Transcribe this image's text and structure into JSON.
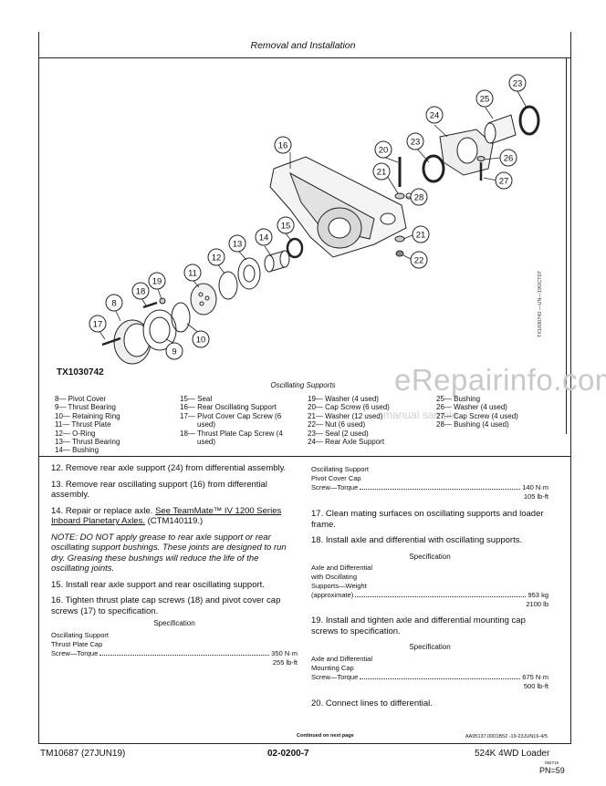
{
  "header": {
    "section_title": "Removal and Installation"
  },
  "figure": {
    "id": "TX1030742",
    "title": "Oscillating Supports",
    "side_code": "TX1030742 —UN—19OCT07",
    "callouts": [
      "16",
      "20",
      "21",
      "23",
      "24",
      "25",
      "23",
      "26",
      "27",
      "28",
      "21",
      "22",
      "15",
      "14",
      "13",
      "12",
      "11",
      "19",
      "18",
      "8",
      "17",
      "9",
      "10"
    ]
  },
  "legend": {
    "col1": [
      "8— Pivot Cover",
      "9— Thrust Bearing",
      "10— Retaining Ring",
      "11— Thrust Plate",
      "12— O-Ring",
      "13— Thrust Bearing",
      "14— Bushing"
    ],
    "col2": [
      "15— Seal",
      "16— Rear Oscillating Support",
      "17— Pivot Cover Cap Screw (6",
      "used)",
      "18— Thrust Plate Cap Screw (4",
      "used)"
    ],
    "col3": [
      "19— Washer (4 used)",
      "20— Cap Screw (6 used)",
      "21— Washer (12 used)",
      "22— Nut (6 used)",
      "23— Seal (2 used)",
      "24— Rear Axle Support"
    ],
    "col4": [
      "25— Bushing",
      "26— Washer (4 used)",
      "27— Cap Screw (4 used)",
      "28— Bushing (4 used)"
    ]
  },
  "watermark": {
    "site": "eRepairinfo.com",
    "sample": "manual sample"
  },
  "left": {
    "step12": "12. Remove rear axle support (24) from differential assembly.",
    "step13": "13. Remove rear oscillating support (16) from differential assembly.",
    "step14_a": "14. Repair or replace axle. ",
    "step14_link": "See TeamMate™ IV 1200 Series Inboard Planetary Axles.",
    "step14_b": " (CTM140119.)",
    "note": "NOTE: DO NOT apply grease to rear axle support or rear oscillating support bushings. These joints are designed to run dry. Greasing these bushings will reduce the life of the oscillating joints.",
    "step15": "15. Install rear axle support and rear oscillating support.",
    "step16": "16. Tighten thrust plate cap screws (18) and pivot cover cap screws (17) to specification.",
    "spec_title": "Specification",
    "spec_l1": "Oscillating Support",
    "spec_l2": "Thrust Plate Cap",
    "spec_l3": "Screw—Torque",
    "spec_v1": "350 N·m",
    "spec_v2": "255 lb-ft"
  },
  "right": {
    "spec1_l1": "Oscillating Support",
    "spec1_l2": "Pivot Cover Cap",
    "spec1_l3": "Screw—Torque",
    "spec1_v1": "140 N·m",
    "spec1_v2": "105 lb-ft",
    "step17": "17. Clean mating surfaces on oscillating supports and loader frame.",
    "step18": "18. Install axle and differential with oscillating supports.",
    "spec2_title": "Specification",
    "spec2_l1": "Axle and Differential",
    "spec2_l2": "with Oscillating",
    "spec2_l3": "Supports—Weight",
    "spec2_l4": "(approximate)",
    "spec2_v1": "953 kg",
    "spec2_v2": "2100 lb",
    "step19": "19. Install and tighten axle and differential mounting cap screws to specification.",
    "spec3_title": "Specification",
    "spec3_l1": "Axle and Differential",
    "spec3_l2": "Mounting Cap",
    "spec3_l3": "Screw—Torque",
    "spec3_v1": "675 N·m",
    "spec3_v2": "500 lb-ft",
    "step20": "20. Connect lines to differential."
  },
  "bottom": {
    "continued": "Continued on next page",
    "ref_code": "AA95137,0001B52 -19-23JUN16-4/5",
    "tm": "TM10687 (27JUN19)",
    "page": "02-0200-7",
    "model": "524K 4WD Loader",
    "tiny_code": "082719",
    "pn": "PN=59"
  }
}
